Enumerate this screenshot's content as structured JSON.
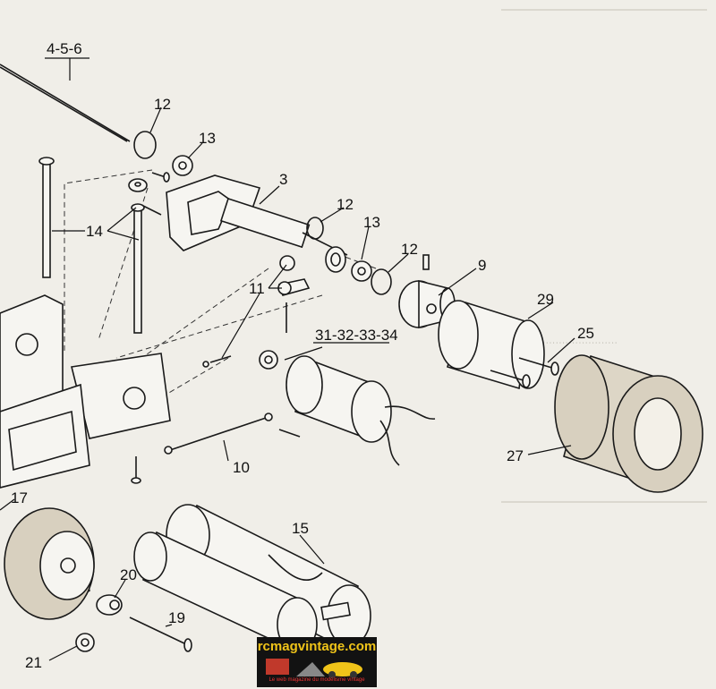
{
  "labels": {
    "part_4_5_6": "4-5-6",
    "part_12a": "12",
    "part_13a": "13",
    "part_3": "3",
    "part_12b": "12",
    "part_13b": "13",
    "part_12c": "12",
    "part_9": "9",
    "part_14": "14",
    "part_11": "11",
    "part_31_34": "31-32-33-34",
    "part_29": "29",
    "part_25": "25",
    "part_27": "27",
    "part_10": "10",
    "part_17": "17",
    "part_15": "15",
    "part_20": "20",
    "part_19": "19",
    "part_21": "21"
  },
  "logo": {
    "brand": "rcmagvintage.com",
    "tagline": "Le web magazine du modélisme vintage"
  },
  "colors": {
    "paper": "#f0eee8",
    "ink": "#1a1a1a",
    "logo_background": "#121212",
    "logo_text": "#f0c419",
    "logo_tagline": "#e33333"
  }
}
